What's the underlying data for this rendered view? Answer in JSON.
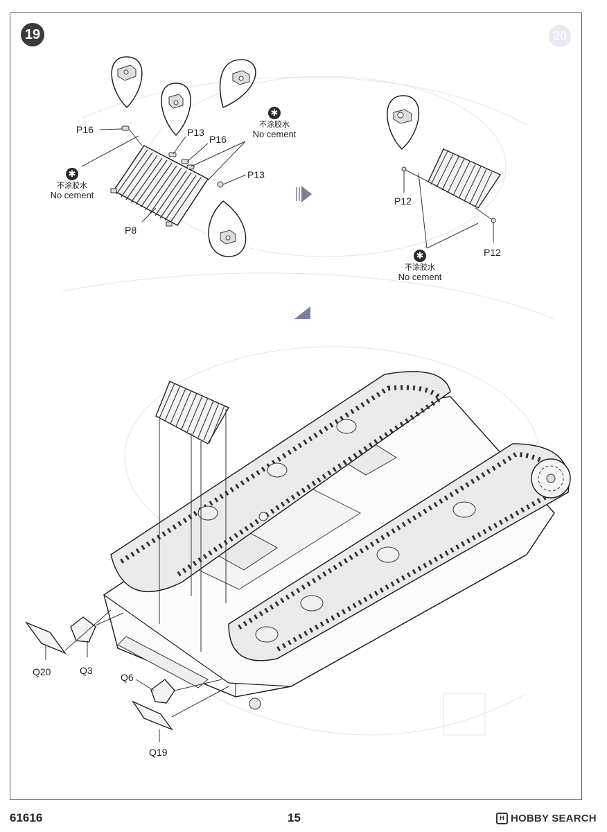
{
  "step": {
    "number": "19",
    "ghost_number": "20"
  },
  "notes": {
    "cn": "不涂胶水",
    "en": "No cement"
  },
  "labels": {
    "p16_a": "P16",
    "p13_a": "P13",
    "p16_b": "P16",
    "p13_b": "P13",
    "p8": "P8",
    "p12_a": "P12",
    "p12_b": "P12",
    "q20": "Q20",
    "q3": "Q3",
    "q6": "Q6",
    "q19": "Q19"
  },
  "footer": {
    "catalog": "61616",
    "page": "15",
    "brand": "HOBBY SEARCH"
  }
}
